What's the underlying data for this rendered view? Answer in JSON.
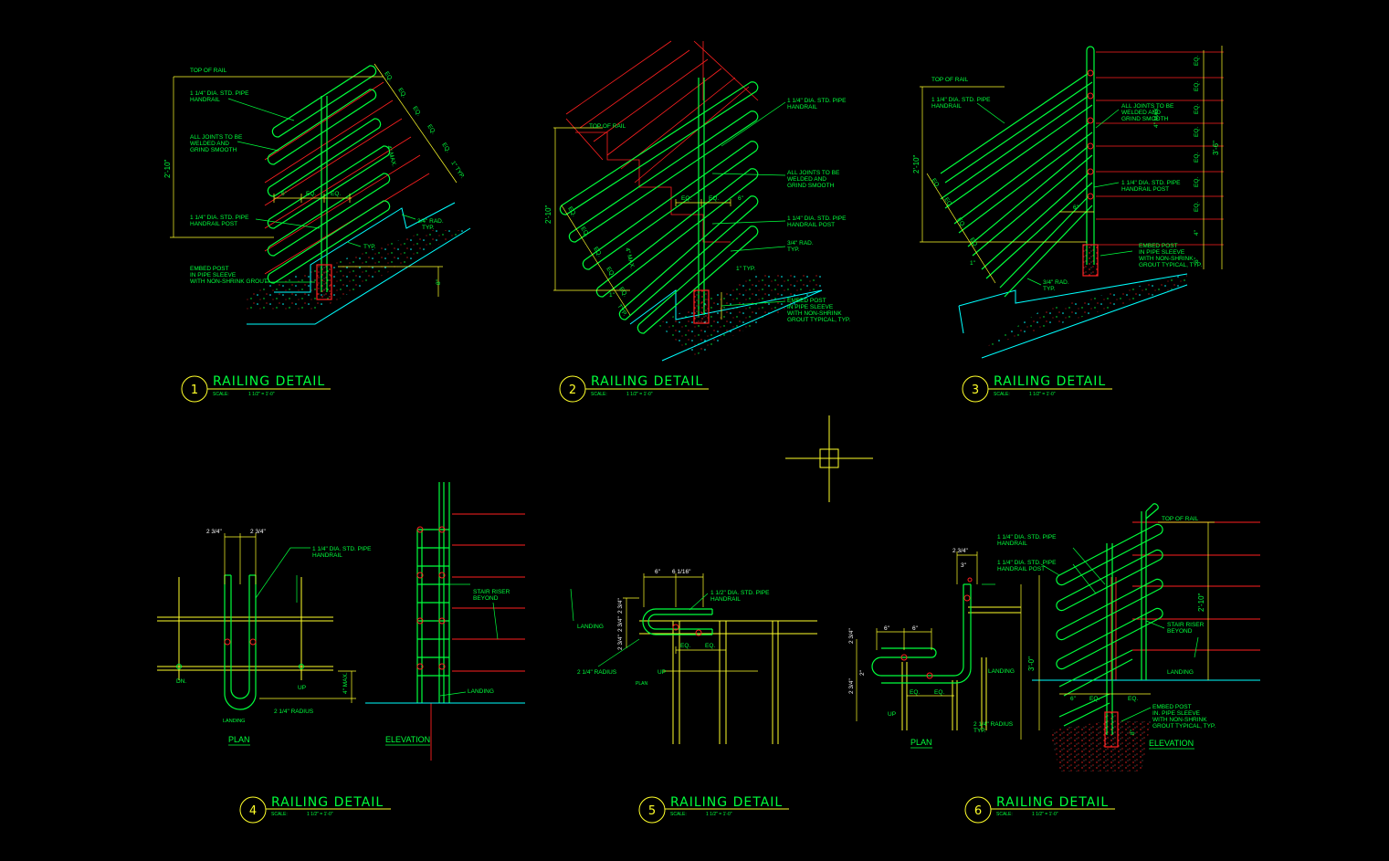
{
  "colors": {
    "background": "#000000",
    "green": "#00ff3c",
    "yellow": "#ffff2a",
    "red": "#ff2020",
    "cyan": "#00ffff",
    "white": "#ffffff"
  },
  "cursor": {
    "icon": "crosshair-cursor-icon"
  },
  "details": [
    {
      "number": "1",
      "title": "RAILING DETAIL",
      "scale_label": "SCALE:",
      "scale": "1 1/2\" = 1'-0\"",
      "notes": [
        "TOP OF RAIL",
        "1 1/4\" DIA. STD. PIPE",
        "HANDRAIL",
        "ALL JOINTS TO BE",
        "WELDED AND",
        "GRIND SMOOTH",
        "1 1/4\" DIA. STD. PIPE",
        "HANDRAIL POST",
        "EMBED POST",
        "IN PIPE SLEEVE",
        "WITH NON-SHRINK GROUT",
        "3/4\" RAD.",
        "TYP.",
        "TYP.",
        "EQ.",
        "EQ.",
        "EQ.",
        "EQ.",
        "EQ.",
        "EQ.",
        "EQ.",
        "6\"",
        "1\" TYP.",
        "4\" MAX.",
        "8\"",
        "2'-10\""
      ]
    },
    {
      "number": "2",
      "title": "RAILING DETAIL",
      "scale_label": "SCALE:",
      "scale": "1 1/2\" = 1'-0\"",
      "notes": [
        "TOP OF RAIL",
        "1 1/4\" DIA. STD. PIPE",
        "HANDRAIL",
        "ALL JOINTS TO BE",
        "WELDED AND",
        "GRIND SMOOTH",
        "1 1/4\" DIA. STD. PIPE",
        "HANDRAIL POST",
        "3/4\" RAD.",
        "TYP.",
        "EMBED POST",
        "IN PIPE SLEEVE",
        "WITH NON-SHRINK",
        "GROUT TYPICAL, TYP.",
        "EQ.",
        "EQ.",
        "EQ.",
        "EQ.",
        "EQ.",
        "EQ.",
        "EQ.",
        "6\"",
        "1\"",
        "TYP.",
        "4\" MAX.",
        "1\" TYP.",
        "2'-10\""
      ]
    },
    {
      "number": "3",
      "title": "RAILING DETAIL",
      "scale_label": "SCALE:",
      "scale": "1 1/2\" = 1'-0\"",
      "notes": [
        "TOP OF RAIL",
        "1 1/4\" DIA. STD. PIPE",
        "HANDRAIL",
        "ALL JOINTS TO BE",
        "WELDED AND",
        "GRIND SMOOTH",
        "1 1/4\" DIA. STD. PIPE",
        "HANDRAIL POST",
        "EMBED POST",
        "IN PIPE SLEEVE",
        "WITH NON-SHRINK",
        "GROUT TYPICAL, TYP.",
        "3/4\" RAD.",
        "TYP.",
        "EQ.",
        "EQ.",
        "EQ.",
        "EQ.",
        "EQ.",
        "EQ.",
        "EQ.",
        "EQ.",
        "EQ.",
        "EQ.",
        "EQ.",
        "6\"",
        "4\"",
        "4\" MAX.",
        "1\"",
        "6\"",
        "2'-10\"",
        "3'-6\""
      ]
    },
    {
      "number": "4",
      "title": "RAILING DETAIL",
      "scale_label": "SCALE:",
      "scale": "1 1/2\" = 1'-0\"",
      "notes": [
        "2 3/4\"",
        "2 3/4\"",
        "1 1/4\" DIA. STD. PIPE",
        "HANDRAIL",
        "DN.",
        "UP",
        "2 1/4\" RADIUS",
        "LANDING",
        "4\" MAX.",
        "STAIR RISER",
        "BEYOND",
        "LANDING",
        "PLAN",
        "ELEVATION"
      ]
    },
    {
      "number": "5",
      "title": "RAILING DETAIL",
      "scale_label": "SCALE:",
      "scale": "1 1/2\" = 1'-0\"",
      "notes": [
        "6\"",
        "6 1/16\"",
        "1 1/2\" DIA. STD. PIPE",
        "HANDRAIL",
        "LANDING",
        "2 3/4\"",
        "2 3/4\"",
        "2 3/4\"",
        "EQ.",
        "EQ.",
        "2 1/4\" RADIUS",
        "UP",
        "PLAN"
      ]
    },
    {
      "number": "6",
      "title": "RAILING DETAIL",
      "scale_label": "SCALE:",
      "scale": "1 1/2\" = 1'-0\"",
      "notes": [
        "2 3/4\"",
        "3\"",
        "1 1/4\" DIA. STD. PIPE",
        "HANDRAIL",
        "1 1/4\" DIA. STD. PIPE",
        "HANDRAIL POST",
        "TOP OF RAIL",
        "6\"",
        "6\"",
        "2 3/4\"",
        "2\"",
        "2 3/4\"",
        "EQ.",
        "EQ.",
        "LANDING",
        "UP",
        "2 1/4\" RADIUS",
        "TYP.",
        "STAIR RISER",
        "BEYOND",
        "LANDING",
        "2'-10\"",
        "3'-0\"",
        "6\"",
        "EQ.",
        "EQ.",
        "8\"",
        "EMBED POST",
        "IN. PIPE SLEEVE",
        "WITH NON-SHRINK",
        "GROUT TYPICAL, TYP.",
        "PLAN",
        "ELEVATION"
      ]
    }
  ]
}
